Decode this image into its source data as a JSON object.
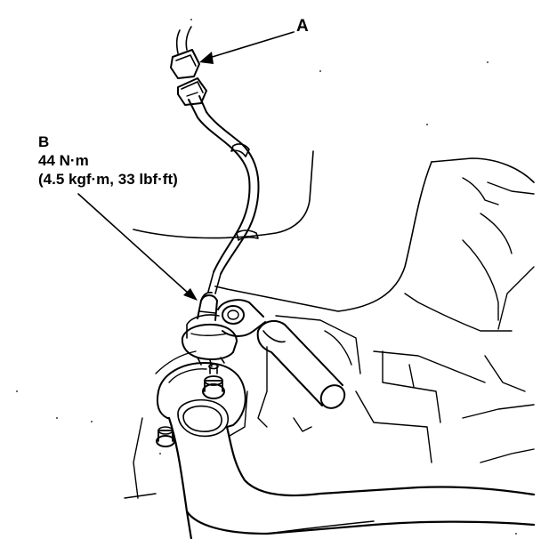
{
  "callouts": {
    "a": {
      "id": "A"
    },
    "b": {
      "id": "B",
      "torque": "44 N·m",
      "torque_alt": "(4.5 kgf·m, 33 lbf·ft)"
    }
  }
}
